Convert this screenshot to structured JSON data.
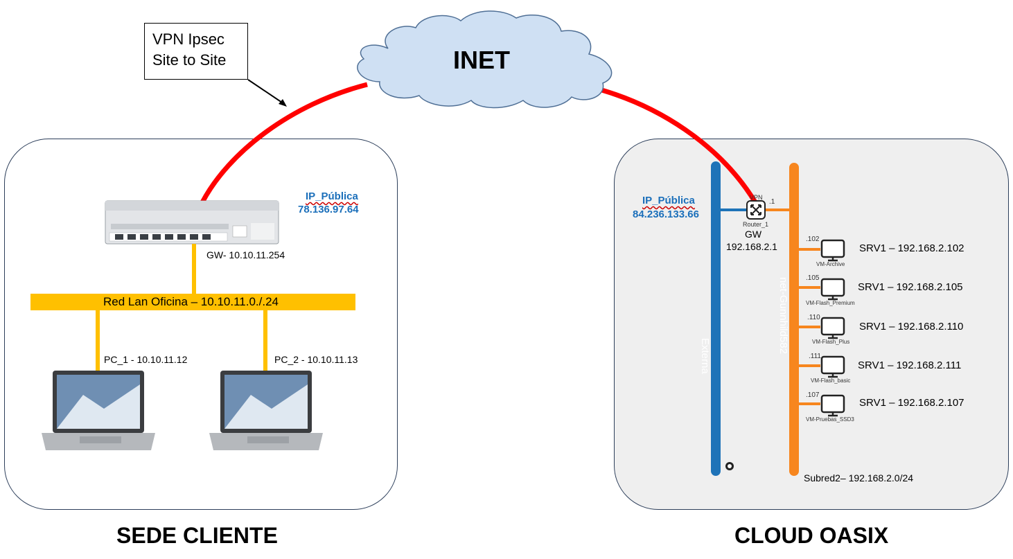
{
  "callout": {
    "line1": "VPN Ipsec",
    "line2": "Site to Site"
  },
  "inet": {
    "label": "INET"
  },
  "left_site": {
    "title": "SEDE CLIENTE",
    "public_ip_title": "IP_Pública",
    "public_ip": "78.136.97.64",
    "gateway": "GW- 10.10.11.254",
    "lan": "Red Lan Oficina – 10.10.11.0./.24",
    "pcs": [
      {
        "label": "PC_1 - 10.10.11.12"
      },
      {
        "label": "PC_2 - 10.10.11.13"
      }
    ]
  },
  "right_site": {
    "title": "CLOUD OASIX",
    "public_ip_title": "IP_Pública",
    "public_ip": "84.236.133.66",
    "router": {
      "vpn": "VPN",
      "suffix": ".1",
      "name": "Router_1",
      "gw": "GW",
      "gw_ip": "192.168.2.1"
    },
    "external_net": "Externa",
    "internal_net": "net-Gunnhild582",
    "subnet": "Subred2– 192.168.2.0/24",
    "servers": [
      {
        "suffix": ".102",
        "vm": "VM-Archive",
        "label": "SRV1 – 192.168.2.102"
      },
      {
        "suffix": ".105",
        "vm": "VM-Flash_Premium",
        "label": "SRV1 – 192.168.2.105"
      },
      {
        "suffix": ".110",
        "vm": "VM-Flash_Plus",
        "label": "SRV1 – 192.168.2.110"
      },
      {
        "suffix": ".111",
        "vm": "VM-Flash_basic",
        "label": "SRV1 – 192.168.2.111"
      },
      {
        "suffix": ".107",
        "vm": "VM-Pruebas_SSD3",
        "label": "SRV1 – 192.168.2.107"
      }
    ]
  },
  "colors": {
    "vpn_link": "#ff0000",
    "lan": "#ffc000",
    "external": "#1e73b8",
    "internal": "#f7861e",
    "ip_text": "#1b6fba"
  }
}
